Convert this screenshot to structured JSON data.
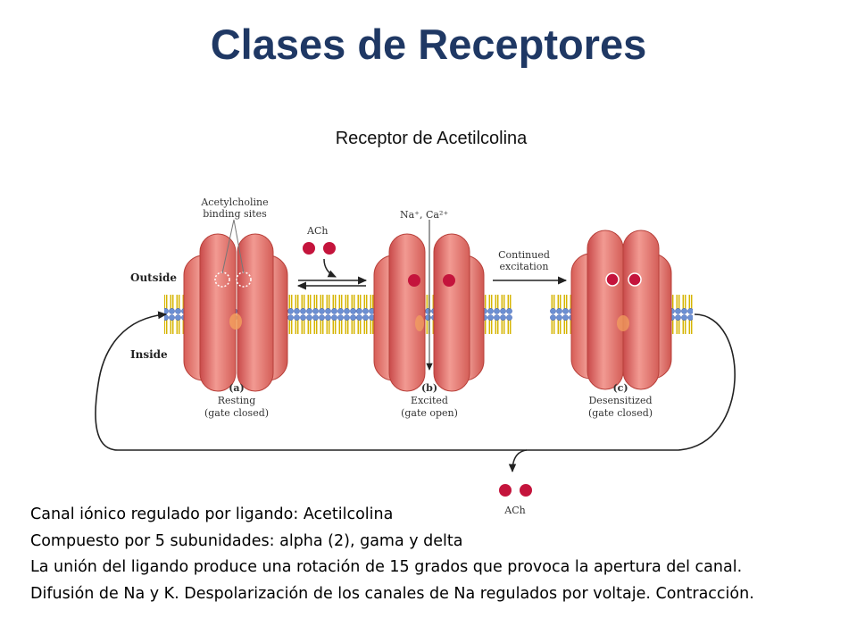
{
  "slide": {
    "title": "Clases de Receptores",
    "subtitle": "Receptor de Acetilcolina"
  },
  "diagram": {
    "binding_sites_label": [
      "Acetylcholine",
      "binding sites"
    ],
    "ach_label": "ACh",
    "ions_label": "Na⁺, Ca²⁺",
    "continued_label": [
      "Continued",
      "excitation"
    ],
    "outside_label": "Outside",
    "inside_label": "Inside",
    "states": [
      {
        "letter": "(a)",
        "name": "Resting",
        "gate": "(gate closed)"
      },
      {
        "letter": "(b)",
        "name": "Excited",
        "gate": "(gate open)"
      },
      {
        "letter": "(c)",
        "name": "Desensitized",
        "gate": "(gate closed)"
      }
    ],
    "released_ach_label": "ACh"
  },
  "notes": [
    "Canal iónico regulado por ligando:  Acetilcolina",
    "Compuesto por 5 subunidades: alpha (2), gama y delta",
    "La unión del ligando produce una rotación de 15 grados que provoca la apertura del canal.",
    "Difusión de Na y K. Despolarización de los canales de Na regulados por voltaje. Contracción."
  ]
}
